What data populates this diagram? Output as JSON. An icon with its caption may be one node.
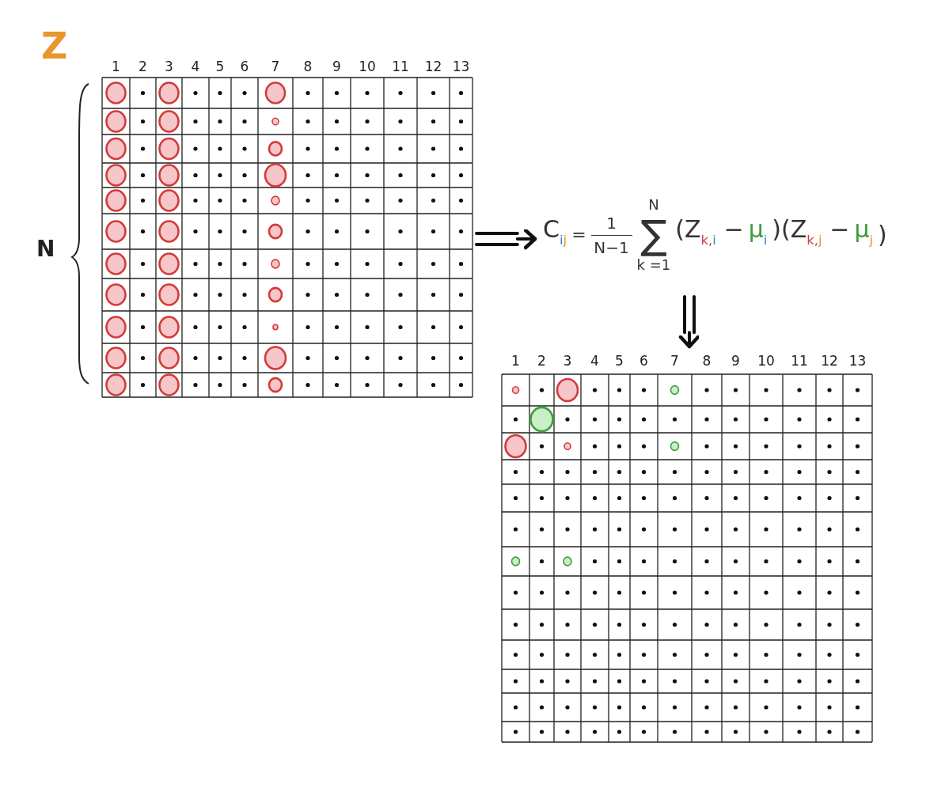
{
  "diagram": {
    "nodes": [
      {
        "text": [
          "Z"
        ]
      },
      {
        "text": [
          "C$_{i}$$_{j}$",
          "=",
          "1",
          "N−1",
          "N",
          "∑",
          "k =1",
          "(Z$_{k,}$$_{i}$ −",
          "μ$_{i}$",
          ")(Z$_{k,}$$_{j}$ −",
          "μ$_{j}$",
          ")"
        ]
      },
      {
        "text": [],
        "shape": "grid"
      }
    ],
    "edges": [
      {
        "from": 0,
        "to": 1,
        "arrow": "to"
      },
      {
        "from": 1,
        "to": 2,
        "arrow": "to"
      }
    ],
    "labels": [
      "1",
      "2",
      "3",
      "4",
      "5",
      "6",
      "7",
      "8",
      "9",
      "10",
      "11",
      "12",
      "13",
      "N",
      "1",
      "2",
      "3",
      "4",
      "5",
      "6",
      "7",
      "8",
      "9",
      "10",
      "11",
      "12",
      "13"
    ]
  }
}
